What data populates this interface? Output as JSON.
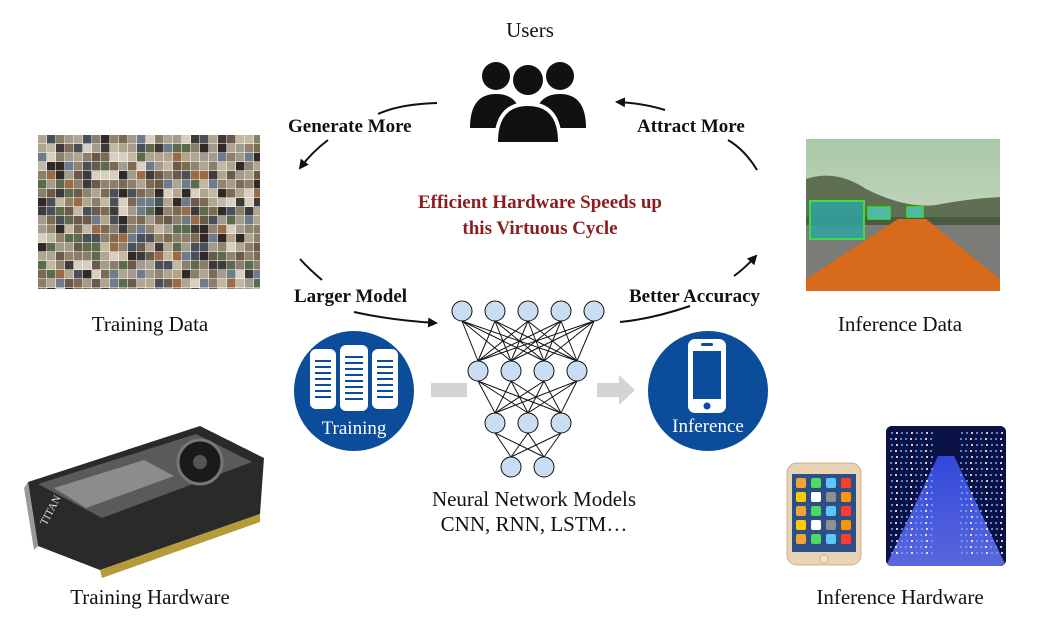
{
  "nodes": {
    "users": "Users",
    "training_data": "Training Data",
    "inference_data": "Inference Data",
    "training_hardware": "Training Hardware",
    "inference_hardware": "Inference Hardware"
  },
  "edges": {
    "generate_more": "Generate More",
    "attract_more": "Attract More",
    "larger_model": "Larger Model",
    "better_accuracy": "Better Accuracy"
  },
  "center": {
    "line1": "Efficient Hardware Speeds up",
    "line2": "this Virtuous Cycle"
  },
  "badges": {
    "training": "Training",
    "inference": "Inference"
  },
  "gpu_brand": "TITAN",
  "nn": {
    "caption_line1": "Neural Network Models",
    "caption_line2": "CNN, RNN, LSTM…"
  },
  "colors": {
    "badge_blue": "#0b4c9b",
    "title_red": "#8b1d1d",
    "node_fill": "#c9ddf5",
    "road_orange": "#d86a1c",
    "detection_green": "#3fdc3f"
  }
}
